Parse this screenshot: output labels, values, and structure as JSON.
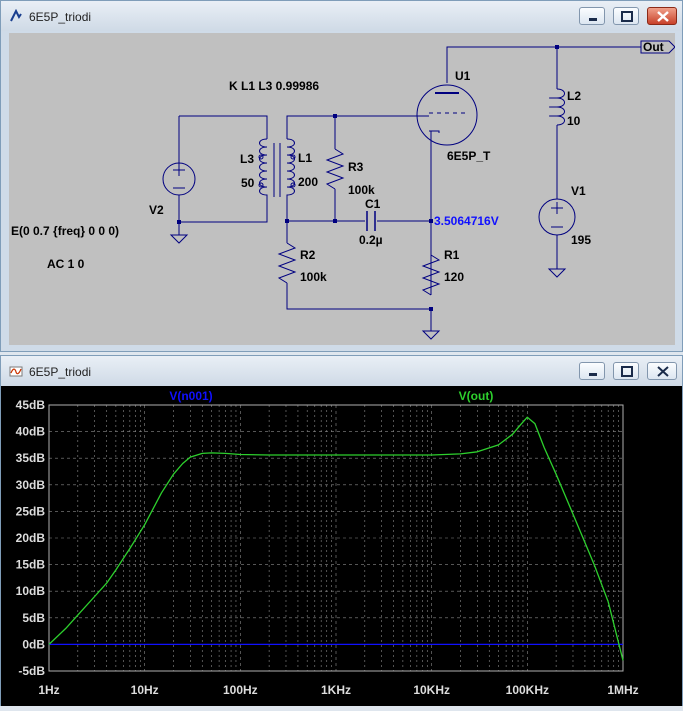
{
  "schematic_window": {
    "title": "6E5P_triodi",
    "directive": "K L1 L3 0.99986",
    "source_line1": "E(0 0.7 {freq} 0 0 0)",
    "source_line2": "AC 1 0",
    "components": {
      "U1": {
        "ref": "U1",
        "model": "6E5P_T"
      },
      "L2": {
        "ref": "L2",
        "value": "10"
      },
      "V1": {
        "ref": "V1",
        "value": "195"
      },
      "V2": {
        "ref": "V2"
      },
      "L3": {
        "ref": "L3",
        "value": "50"
      },
      "L1": {
        "ref": "L1",
        "value": "200"
      },
      "R3": {
        "ref": "R3",
        "value": "100k"
      },
      "C1": {
        "ref": "C1",
        "value": "0.2µ"
      },
      "R2": {
        "ref": "R2",
        "value": "100k"
      },
      "R1": {
        "ref": "R1",
        "value": "120"
      }
    },
    "net_label_out": "Out",
    "probe_voltage": "3.5064716V"
  },
  "plot_window": {
    "title": "6E5P_triodi"
  },
  "colors": {
    "wire": "#000080",
    "component": "#000080",
    "probe": "#0000ff",
    "trace_out": "#2dd02d",
    "trace_n001": "#1010ff",
    "grid": "#8a8a8a"
  },
  "chart_data": {
    "type": "line",
    "x_scale": "log",
    "xlim": [
      1,
      1000000
    ],
    "ylim": [
      -5,
      45
    ],
    "grid": true,
    "x_ticks": [
      "1Hz",
      "10Hz",
      "100Hz",
      "1KHz",
      "10KHz",
      "100KHz",
      "1MHz"
    ],
    "y_ticks": [
      "45dB",
      "40dB",
      "35dB",
      "30dB",
      "25dB",
      "20dB",
      "15dB",
      "10dB",
      "5dB",
      "0dB",
      "-5dB"
    ],
    "series": [
      {
        "name": "V(n001)",
        "x": [
          1,
          1000000
        ],
        "y": [
          0,
          0
        ]
      },
      {
        "name": "V(out)",
        "x": [
          1,
          1.5,
          2,
          3,
          4,
          5,
          7,
          10,
          15,
          20,
          25,
          30,
          40,
          50,
          70,
          100,
          200,
          500,
          1000,
          5000,
          10000,
          20000,
          30000,
          50000,
          70000,
          85000,
          100000,
          120000,
          150000,
          200000,
          300000,
          500000,
          700000,
          1000000
        ],
        "y": [
          0,
          3,
          5.5,
          9,
          11.5,
          14,
          18,
          22.5,
          28.5,
          32,
          34,
          35.2,
          35.9,
          36.0,
          35.9,
          35.7,
          35.6,
          35.6,
          35.6,
          35.6,
          35.6,
          35.8,
          36.2,
          37.5,
          39.5,
          41.3,
          42.7,
          41.5,
          37,
          32,
          24.5,
          15,
          8,
          -3
        ]
      }
    ]
  }
}
